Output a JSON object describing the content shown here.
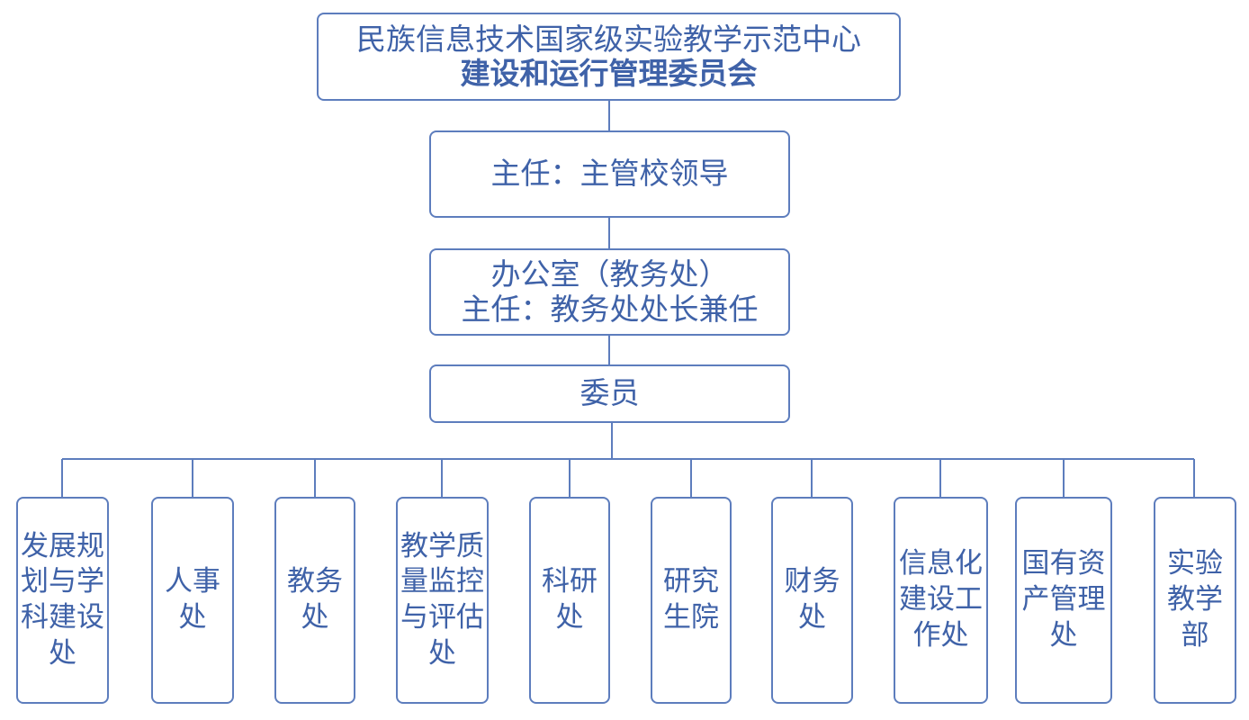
{
  "diagram": {
    "committee": {
      "line1": "民族信息技术国家级实验教学示范中心",
      "line2": "建设和运行管理委员会"
    },
    "director": {
      "label": "主任：主管校领导"
    },
    "office": {
      "line1": "办公室（教务处）",
      "line2": "主任：教务处处长兼任"
    },
    "members": {
      "label": "委员"
    },
    "departments": [
      {
        "label": "发展规划与学科建设处"
      },
      {
        "label": "人事处"
      },
      {
        "label": "教务处"
      },
      {
        "label": "教学质量监控与评估处"
      },
      {
        "label": "科研处"
      },
      {
        "label": "研究生院"
      },
      {
        "label": "财务处"
      },
      {
        "label": "信息化建设工作处"
      },
      {
        "label": "国有资产管理处"
      },
      {
        "label": "实验教学部"
      }
    ]
  },
  "colors": {
    "line": "#5d7dbd",
    "text": "#3f62a8",
    "background": "#ffffff"
  }
}
